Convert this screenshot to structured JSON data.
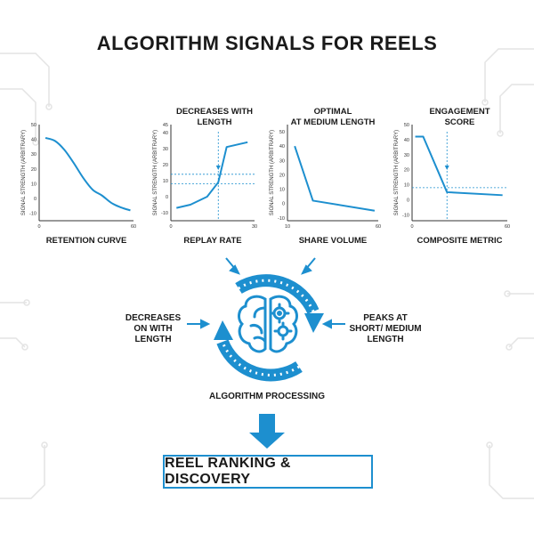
{
  "title": "ALGORITHM SIGNALS FOR REELS",
  "colors": {
    "accent": "#1d8fcf",
    "text": "#1a1a1a",
    "axis": "#333333",
    "circuit": "#e4e4e4"
  },
  "icons": {
    "center": "brain-gears-icon",
    "cycle": "cycle-arrows-icon",
    "down": "arrow-down-icon"
  },
  "chart_data": [
    {
      "type": "line",
      "title": "RETENTION CURVE",
      "ylabel": "SIGNAL STRENGTH (ARBITRARY)",
      "xlim": [
        0,
        60
      ],
      "ylim": [
        -15,
        50
      ],
      "x_ticks": [
        {
          "v": 0,
          "label": "0"
        },
        {
          "v": 60,
          "label": "60"
        }
      ],
      "y_ticks": [
        {
          "v": 50,
          "label": "50"
        },
        {
          "v": 40,
          "label": "40"
        },
        {
          "v": 30,
          "label": "30"
        },
        {
          "v": 20,
          "label": "20"
        },
        {
          "v": 10,
          "label": "10"
        },
        {
          "v": 0,
          "label": "0"
        },
        {
          "v": -10,
          "label": "-10"
        }
      ],
      "grid": false,
      "x": [
        4,
        10,
        16,
        22,
        28,
        34,
        40,
        46,
        52,
        58
      ],
      "values": [
        41,
        39,
        33,
        24,
        14,
        6,
        2,
        -3,
        -6,
        -8
      ],
      "smooth": true,
      "annotation": ""
    },
    {
      "type": "line",
      "title": "REPLAY RATE",
      "ylabel": "SIGNAL STRENGTH (ARBITRARY)",
      "xlim": [
        0,
        30
      ],
      "ylim": [
        -15,
        45
      ],
      "x_ticks": [
        {
          "v": 0,
          "label": "0"
        },
        {
          "v": 30,
          "label": "30"
        }
      ],
      "y_ticks": [
        {
          "v": 45,
          "label": "45"
        },
        {
          "v": 40,
          "label": "40"
        },
        {
          "v": 30,
          "label": "30"
        },
        {
          "v": 20,
          "label": "20"
        },
        {
          "v": 10,
          "label": "10"
        },
        {
          "v": 0,
          "label": "0"
        },
        {
          "v": -10,
          "label": "-10"
        }
      ],
      "grid": false,
      "x": [
        2,
        7,
        13,
        17,
        20,
        27.5
      ],
      "values": [
        -7,
        -5,
        0,
        9,
        31,
        34
      ],
      "smooth": false,
      "annotation": "DECREASES WITH LENGTH",
      "ref_vline": 17,
      "ref_hline": [
        8,
        14
      ]
    },
    {
      "type": "line",
      "title": "SHARE VOLUME",
      "ylabel": "SIGNAL STRENGTH (ARBITRARY)",
      "xlim": [
        10,
        60
      ],
      "ylim": [
        -12,
        55
      ],
      "x_ticks": [
        {
          "v": 10,
          "label": "10"
        },
        {
          "v": 60,
          "label": "60"
        }
      ],
      "y_ticks": [
        {
          "v": 50,
          "label": "50"
        },
        {
          "v": 40,
          "label": "40"
        },
        {
          "v": 30,
          "label": "30"
        },
        {
          "v": 20,
          "label": "20"
        },
        {
          "v": 10,
          "label": "10"
        },
        {
          "v": 0,
          "label": "0"
        },
        {
          "v": -10,
          "label": "-10"
        }
      ],
      "grid": false,
      "x": [
        14,
        24,
        58
      ],
      "values": [
        40,
        2,
        -5
      ],
      "smooth": false,
      "annotation": "OPTIMAL AT MEDIUM LENGTH"
    },
    {
      "type": "line",
      "title": "COMPOSITE METRIC",
      "ylabel": "SIGNAL STRENGTH (ARBITRARY)",
      "xlim": [
        0,
        60
      ],
      "ylim": [
        -14,
        50
      ],
      "x_ticks": [
        {
          "v": 0,
          "label": "0"
        },
        {
          "v": 60,
          "label": "60"
        }
      ],
      "y_ticks": [
        {
          "v": 50,
          "label": "50"
        },
        {
          "v": 40,
          "label": "40"
        },
        {
          "v": 30,
          "label": "30"
        },
        {
          "v": 20,
          "label": "20"
        },
        {
          "v": 10,
          "label": "10"
        },
        {
          "v": 0,
          "label": "0"
        },
        {
          "v": -10,
          "label": "-10"
        }
      ],
      "grid": false,
      "x": [
        2,
        7,
        22,
        57
      ],
      "values": [
        42,
        42,
        5,
        3
      ],
      "smooth": false,
      "annotation": "ENGAGEMENT SCORE",
      "ref_vline": 22,
      "ref_hline": [
        8
      ]
    }
  ],
  "process": {
    "left_note": "DECREASES ON WITH LENGTH",
    "right_note": "PEAKS AT SHORT/ MEDIUM LENGTH",
    "label": "ALGORITHM PROCESSING"
  },
  "result": {
    "label": "REEL RANKING & DISCOVERY"
  }
}
